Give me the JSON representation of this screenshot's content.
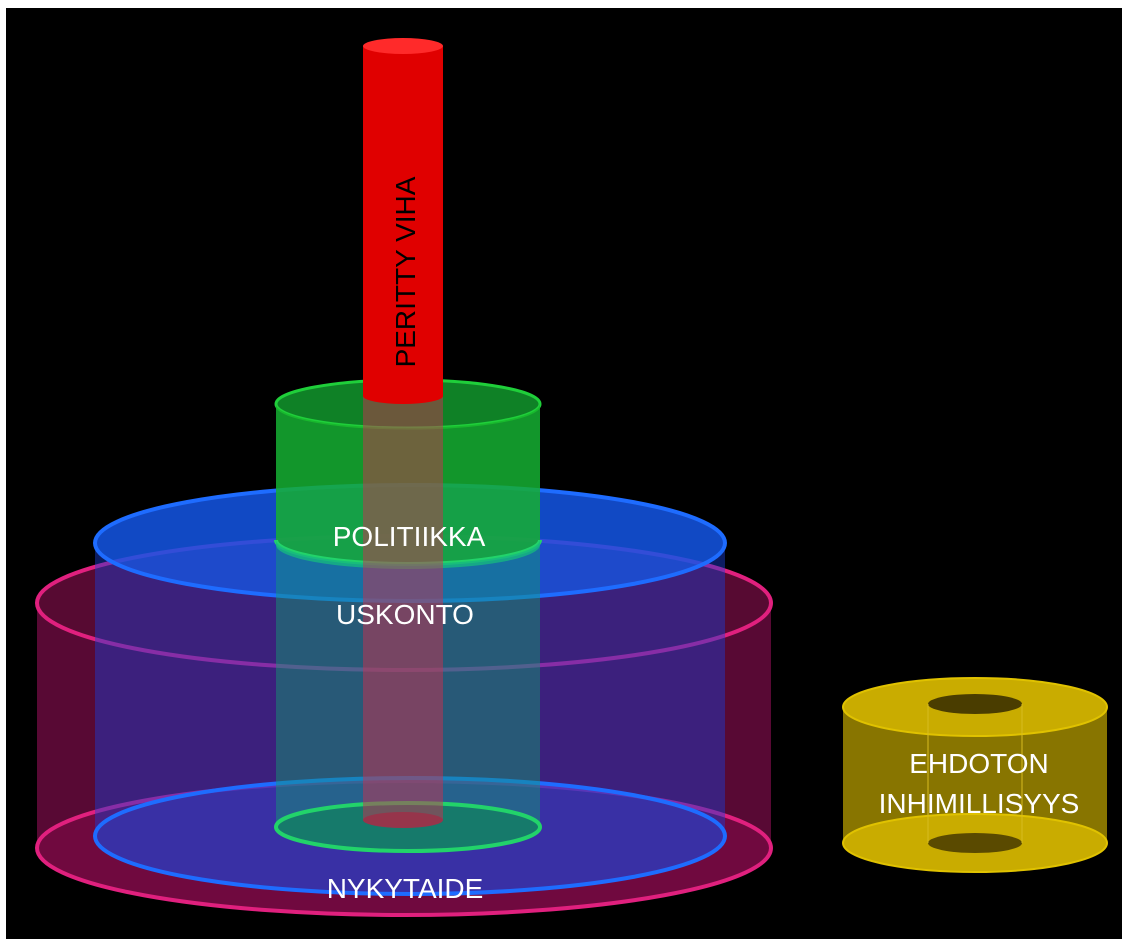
{
  "diagram": {
    "labels": {
      "hatred": "PERITTY VIHA",
      "politics": "POLITIIKKA",
      "religion": "USKONTO",
      "contemporary_art": "NYKYTAIDE",
      "humanity_line1": "EHDOTON",
      "humanity_line2": "INHIMILLISYYS"
    },
    "colors": {
      "background": "#000000",
      "frame": "#ffffff",
      "hatred": "#e00000",
      "politics": "#19c219",
      "religion": "#1456e6",
      "contemporary_art": "#c2166e",
      "humanity": "#c9ac00",
      "label_light": "#ffffff",
      "label_dark": "#000000"
    }
  }
}
